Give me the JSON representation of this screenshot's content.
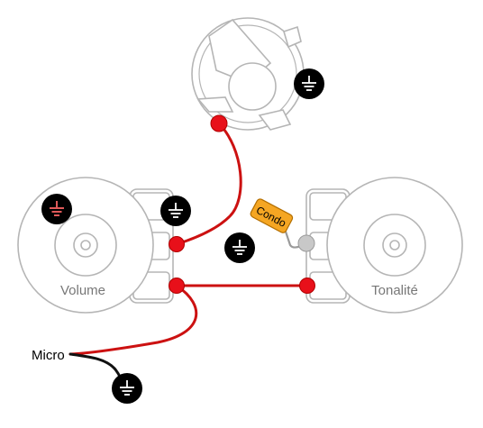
{
  "labels": {
    "volume": "Volume",
    "tone": "Tonalité",
    "micro": "Micro",
    "capacitor": "Condo"
  },
  "icons": {
    "ground": "ground-icon"
  },
  "colors": {
    "wire_hot": "#cc1111",
    "solder_point": "#e8101a",
    "ground_wire": "#111111",
    "capacitor_body": "#f5a623",
    "capacitor_lead": "#9a9a9a",
    "component_outline": "#b5b5b5",
    "label_text": "#777777",
    "ground_symbol_fill": "#000000",
    "ground_symbol_alt": "#e05a5a"
  }
}
